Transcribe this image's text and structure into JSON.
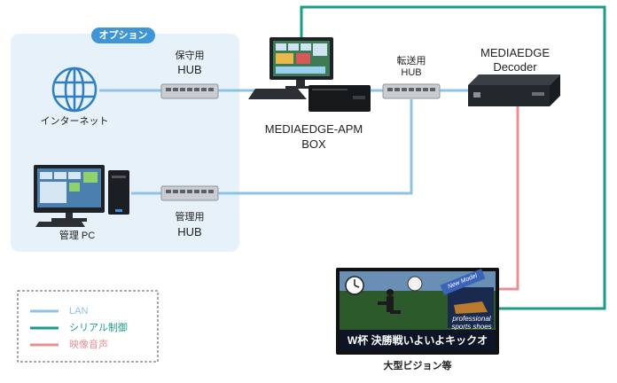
{
  "option_badge": "オプション",
  "nodes": {
    "internet": "インターネット",
    "backup_hub_line1": "保守用",
    "backup_hub_line2": "HUB",
    "admin_hub_line1": "管理用",
    "admin_hub_line2": "HUB",
    "admin_pc": "管理 PC",
    "apm_line1": "MEDIAEDGE-APM",
    "apm_line2": "BOX",
    "transfer_hub_line1": "転送用",
    "transfer_hub_line2": "HUB",
    "decoder_line1": "MEDIAEDGE",
    "decoder_line2": "Decoder",
    "large_display": "大型ビジョン等"
  },
  "screen": {
    "caption": "W杯 決勝戦いよいよキックオ",
    "new_model": "New Model",
    "ad_line1": "professional",
    "ad_line2": "sports shoes"
  },
  "legend": {
    "lan": "LAN",
    "serial": "シリアル制御",
    "video_audio": "映像音声"
  },
  "colors": {
    "lan": "#8fc3e6",
    "serial": "#1d9b8a",
    "video_audio": "#e88f95",
    "option_area": "#e6f1fa",
    "badge": "#3f96d6"
  }
}
